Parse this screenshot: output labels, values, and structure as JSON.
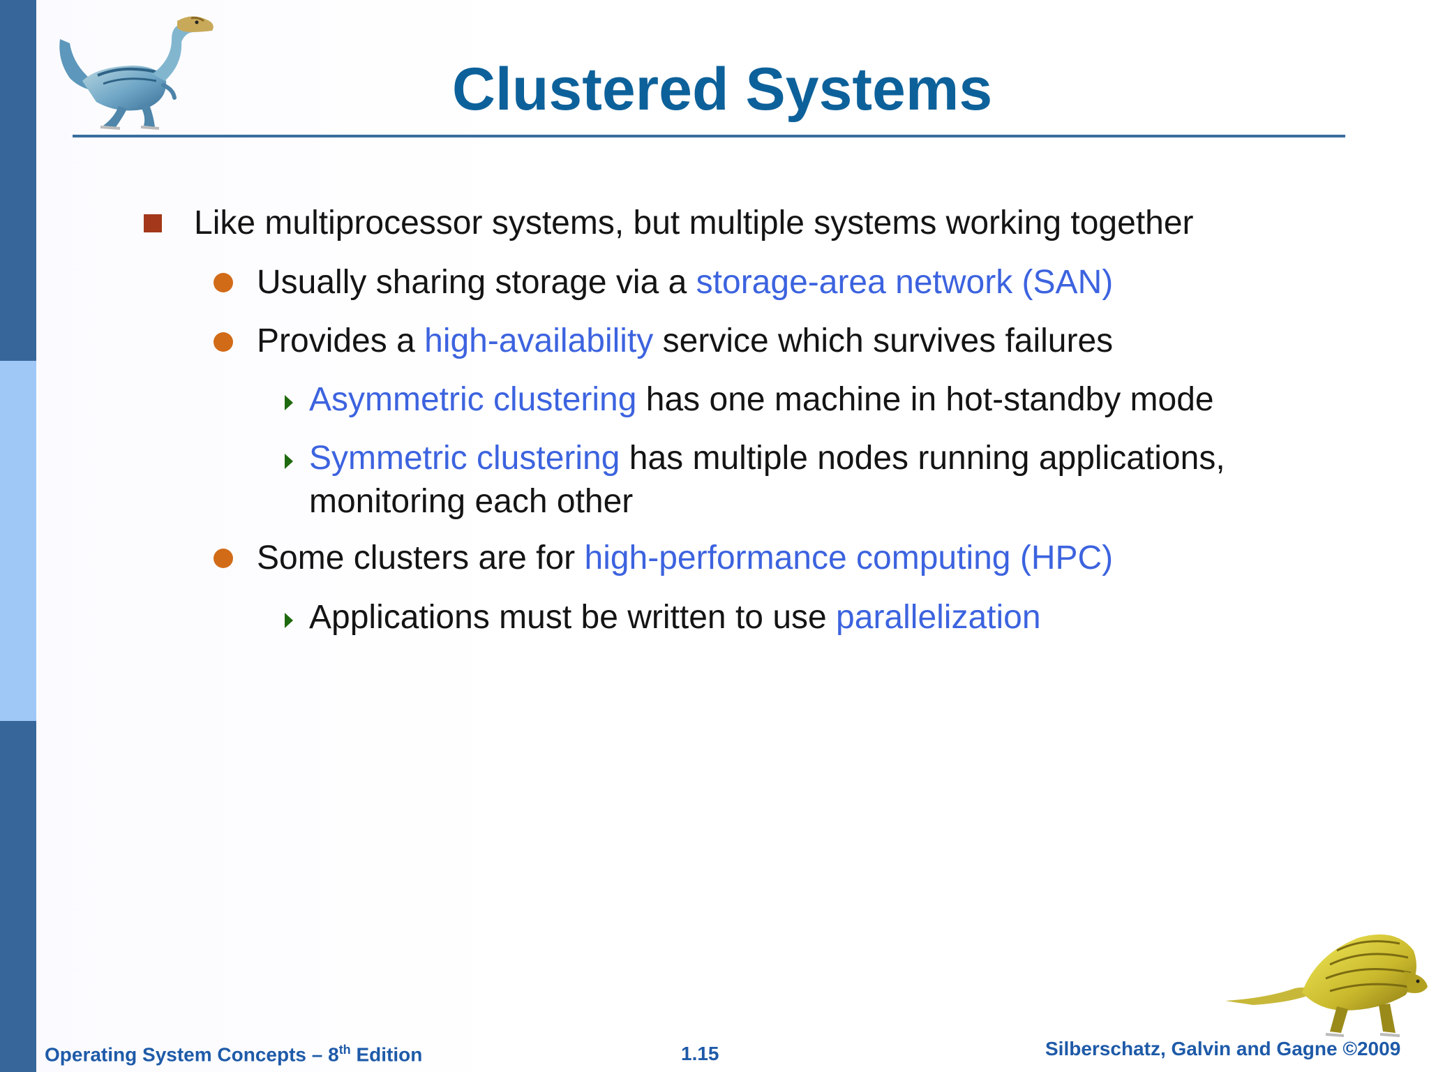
{
  "slide": {
    "title": "Clustered Systems",
    "bullets": [
      {
        "level": 1,
        "parts": [
          {
            "text": "Like multiprocessor systems, but multiple systems working together",
            "highlight": false
          }
        ]
      },
      {
        "level": 2,
        "parts": [
          {
            "text": "Usually sharing storage via a ",
            "highlight": false
          },
          {
            "text": "storage-area network (SAN)",
            "highlight": true
          }
        ]
      },
      {
        "level": 2,
        "parts": [
          {
            "text": "Provides a ",
            "highlight": false
          },
          {
            "text": "high-availability",
            "highlight": true
          },
          {
            "text": " service which survives failures",
            "highlight": false
          }
        ]
      },
      {
        "level": 3,
        "parts": [
          {
            "text": "Asymmetric clustering",
            "highlight": true
          },
          {
            "text": " has one machine in hot-standby mode",
            "highlight": false
          }
        ]
      },
      {
        "level": 3,
        "parts": [
          {
            "text": "Symmetric clustering",
            "highlight": true
          },
          {
            "text": " has multiple nodes running applications,",
            "highlight": false
          }
        ],
        "continuation": "monitoring each other"
      },
      {
        "level": 2,
        "parts": [
          {
            "text": "Some clusters are for ",
            "highlight": false
          },
          {
            "text": "high-performance computing (HPC)",
            "highlight": true
          }
        ]
      },
      {
        "level": 3,
        "parts": [
          {
            "text": "Applications must be written to use ",
            "highlight": false
          },
          {
            "text": "parallelization",
            "highlight": true
          }
        ]
      }
    ]
  },
  "footer": {
    "book_prefix": "Operating System Concepts – 8",
    "book_sup": "th",
    "book_suffix": " Edition",
    "page_number": "1.15",
    "copyright": "Silberschatz, Galvin and Gagne ©2009"
  },
  "colors": {
    "title": "#0d619a",
    "highlight": "#3c63df",
    "body_text": "#141414",
    "square_bullet": "#a3381a",
    "circle_bullet": "#d26b17",
    "arrow_bullet": "#1f6a0e",
    "footer_text": "#1e5aa8",
    "left_bar_dark": "#37669a",
    "left_bar_light": "#9fc8f7"
  },
  "icons": {
    "top_left": "dinosaur-icon",
    "bottom_right": "dinosaur-icon"
  }
}
